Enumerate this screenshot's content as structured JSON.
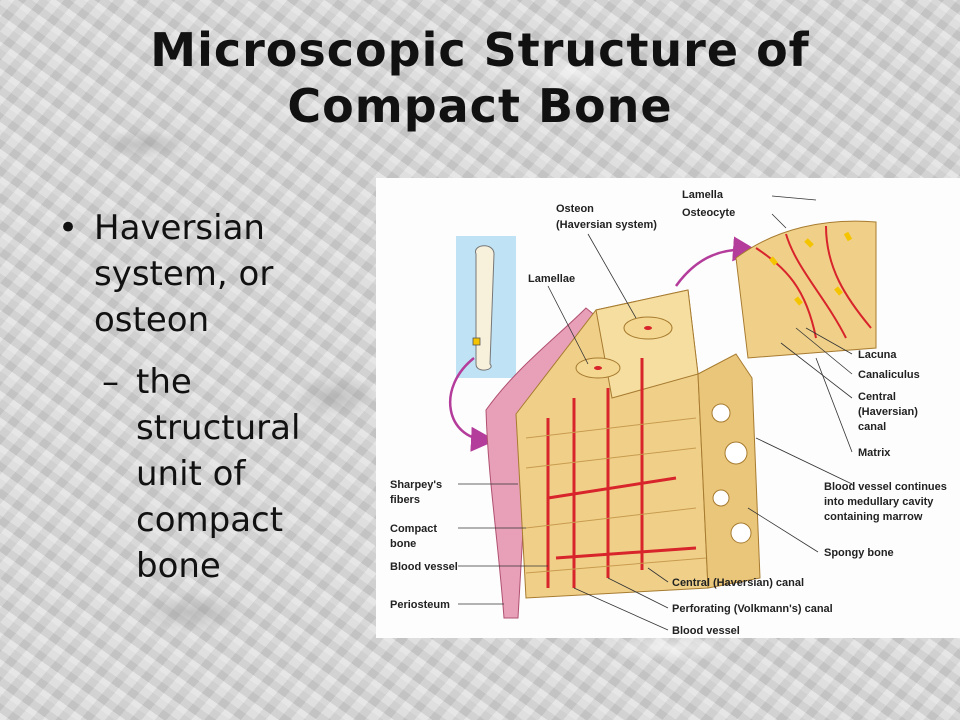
{
  "slide": {
    "title_line1": "Microscopic Structure of",
    "title_line2": "Compact Bone",
    "bullet": {
      "marker": "•",
      "lines": [
        "Haversian",
        "system, or",
        "osteon"
      ]
    },
    "sub_bullet": {
      "marker": "–",
      "lines": [
        "the",
        "structural",
        "unit of",
        "compact",
        "bone"
      ]
    }
  },
  "diagram": {
    "labels": {
      "lamella": "Lamella",
      "osteocyte": "Osteocyte",
      "osteon_1": "Osteon",
      "osteon_2": "(Haversian system)",
      "lamellae": "Lamellae",
      "lacuna": "Lacuna",
      "canaliculus": "Canaliculus",
      "central_1": "Central",
      "central_2": "(Haversian)",
      "central_3": "canal",
      "matrix": "Matrix",
      "bv_continues_1": "Blood vessel continues",
      "bv_continues_2": "into medullary cavity",
      "bv_continues_3": "containing marrow",
      "sharpeys_1": "Sharpey's",
      "sharpeys_2": "fibers",
      "compact_1": "Compact",
      "compact_2": "bone",
      "blood_vessel_left": "Blood vessel",
      "spongy": "Spongy bone",
      "central_bottom": "Central (Haversian) canal",
      "periosteum": "Periosteum",
      "perforating": "Perforating (Volkmann's) canal",
      "blood_vessel_bottom": "Blood vessel"
    },
    "colors": {
      "bone": "#f0d089",
      "bone_dark": "#d9ad5e",
      "vessel": "#d8242b",
      "periosteum": "#e8a0b8",
      "arrow": "#b43c9b",
      "panel": "#bfe3f5"
    }
  }
}
